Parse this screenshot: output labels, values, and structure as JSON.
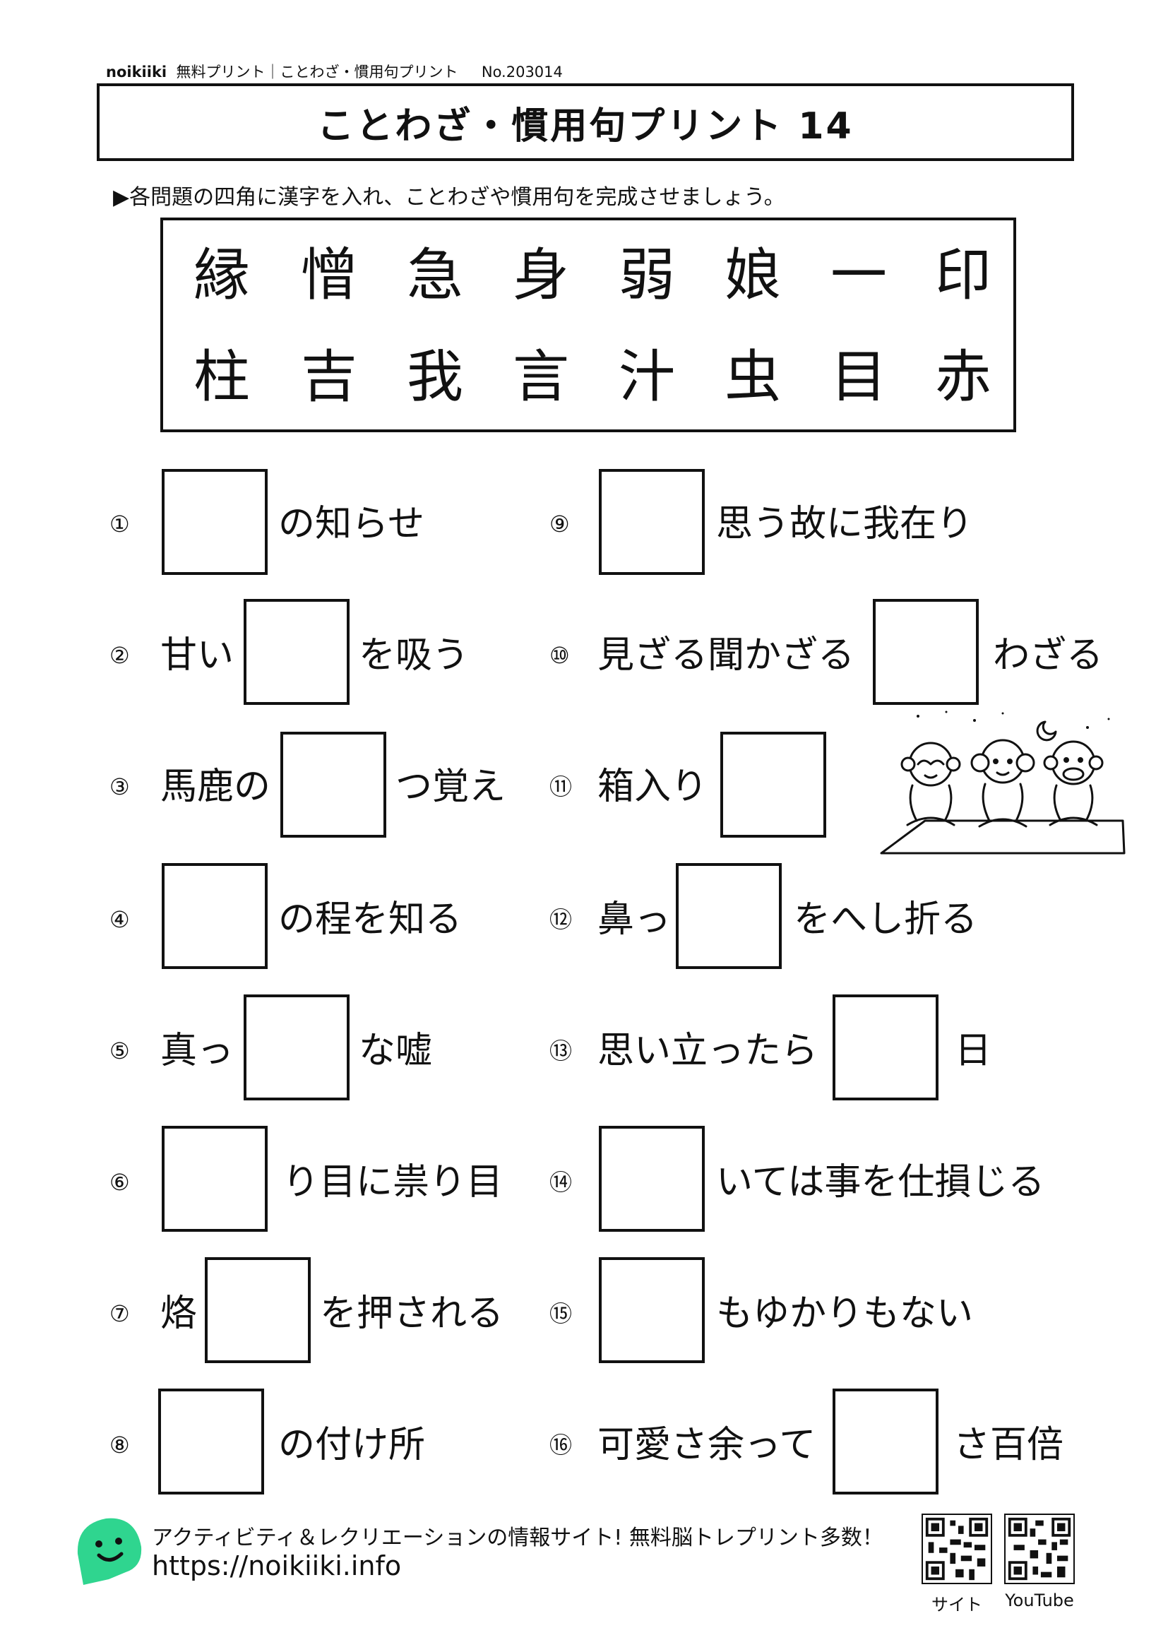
{
  "header": {
    "brand": "noikiiki",
    "subtitle": "無料プリント｜ことわざ・慣用句プリント",
    "number": "No.203014"
  },
  "title": "ことわざ・慣用句プリント 14",
  "instruction": "▶各問題の四角に漢字を入れ、ことわざや慣用句を完成させましょう。",
  "kanji_rows": [
    [
      "縁",
      "憎",
      "急",
      "身",
      "弱",
      "娘",
      "一",
      "印"
    ],
    [
      "柱",
      "吉",
      "我",
      "言",
      "汁",
      "虫",
      "目",
      "赤"
    ]
  ],
  "questions": {
    "q1": {
      "num": "①",
      "before": "",
      "after": "の知らせ"
    },
    "q2": {
      "num": "②",
      "before": "甘い",
      "after": "を吸う"
    },
    "q3": {
      "num": "③",
      "before": "馬鹿の",
      "after": "つ覚え"
    },
    "q4": {
      "num": "④",
      "before": "",
      "after": "の程を知る"
    },
    "q5": {
      "num": "⑤",
      "before": "真っ",
      "after": "な嘘"
    },
    "q6": {
      "num": "⑥",
      "before": "",
      "after": "り目に祟り目"
    },
    "q7": {
      "num": "⑦",
      "before": "烙",
      "after": "を押される"
    },
    "q8": {
      "num": "⑧",
      "before": "",
      "after": "の付け所"
    },
    "q9": {
      "num": "⑨",
      "before": "",
      "after": "思う故に我在り"
    },
    "q10": {
      "num": "⑩",
      "before": "見ざる聞かざる",
      "after": "わざる"
    },
    "q11": {
      "num": "⑪",
      "before": "箱入り",
      "after": ""
    },
    "q12": {
      "num": "⑫",
      "before": "鼻っ",
      "after": "をへし折る"
    },
    "q13": {
      "num": "⑬",
      "before": "思い立ったら",
      "after": "日"
    },
    "q14": {
      "num": "⑭",
      "before": "",
      "after": "いては事を仕損じる"
    },
    "q15": {
      "num": "⑮",
      "before": "",
      "after": "もゆかりもない"
    },
    "q16": {
      "num": "⑯",
      "before": "可愛さ余って",
      "after": "さ百倍"
    }
  },
  "footer": {
    "tagline": "アクティビティ＆レクリエーションの情報サイト!  無料脳トレプリント多数！",
    "url": "https://noikiiki.info",
    "qr_site_label": "サイト",
    "qr_youtube_label": "YouTube"
  },
  "colors": {
    "logo_green": "#2fd58f",
    "ink": "#111111"
  }
}
